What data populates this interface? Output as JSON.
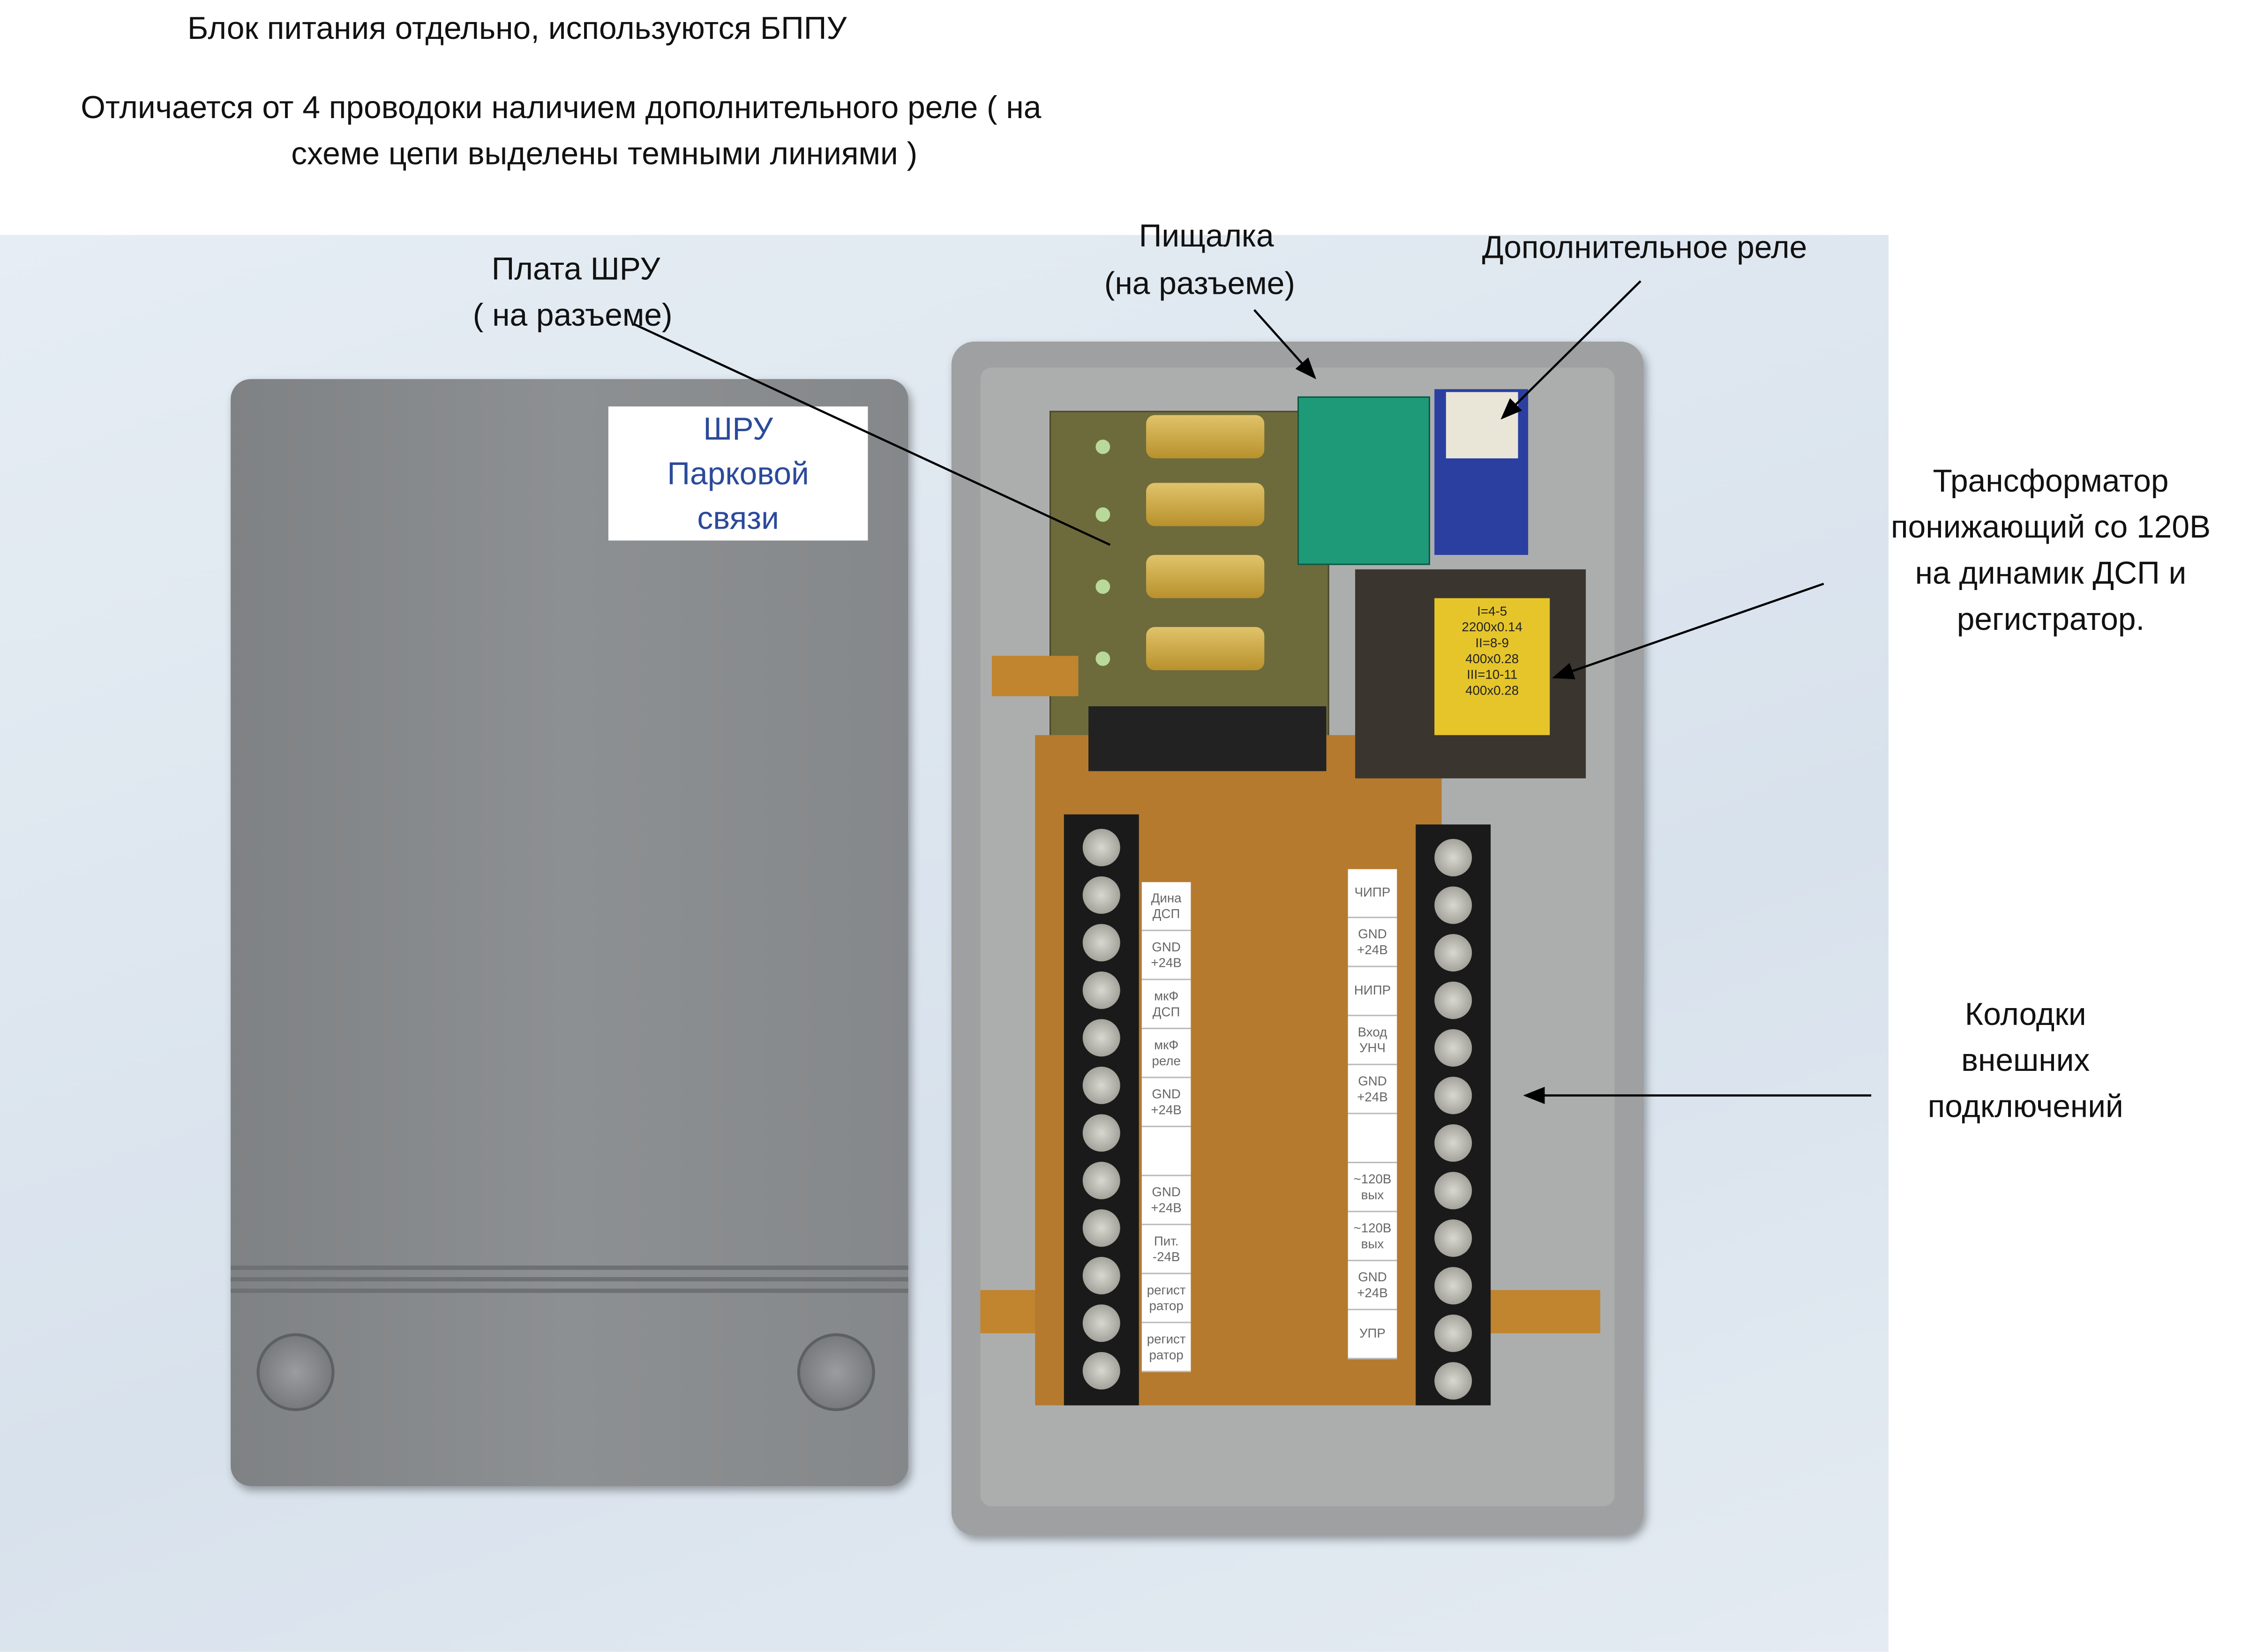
{
  "header": {
    "line1": "Блок питания отдельно, используются БППУ",
    "line2a": "Отличается от 4 проводоки наличием дополнительного реле ( на",
    "line2b": "схеме цепи выделены темными линиями )"
  },
  "annotations": {
    "plata": [
      "Плата ШРУ",
      "( на разъеме)"
    ],
    "pishalka": [
      "Пищалка",
      "(на разъеме)"
    ],
    "rele": "Дополнительное реле",
    "transformer": [
      "Трансформатор",
      "понижающий со 120В",
      "на динамик ДСП и",
      "регистратор."
    ],
    "kolodki": [
      "Колодки",
      "внешних",
      "подключений"
    ]
  },
  "lid_label": [
    "ШРУ",
    "Парковой",
    "связи"
  ],
  "coil_label": [
    "I=4-5",
    "2200x0.14",
    "II=8-9",
    "400x0.28",
    "III=10-11",
    "400x0.28"
  ],
  "left_terminals": [
    [
      "Дина",
      "ДСП"
    ],
    [
      "GND",
      "+24В"
    ],
    [
      "мкФ",
      "ДСП"
    ],
    [
      "мкФ",
      "реле"
    ],
    [
      "GND",
      "+24В"
    ],
    [
      "",
      ""
    ],
    [
      "GND",
      "+24В"
    ],
    [
      "Пит.",
      "-24В"
    ],
    [
      "регист",
      "ратор"
    ],
    [
      "регист",
      "ратор"
    ]
  ],
  "right_terminals": [
    [
      "ЧИПР",
      ""
    ],
    [
      "GND",
      "+24В"
    ],
    [
      "НИПР",
      ""
    ],
    [
      "Вход",
      "УНЧ"
    ],
    [
      "GND",
      "+24В"
    ],
    [
      "",
      ""
    ],
    [
      "~120В",
      "вых"
    ],
    [
      "~120В",
      "вых"
    ],
    [
      "GND",
      "+24В"
    ],
    [
      "УПР",
      ""
    ]
  ]
}
